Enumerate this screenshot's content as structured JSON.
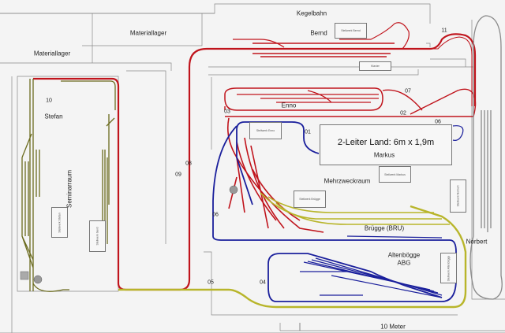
{
  "rooms": {
    "kegelbahn": "Kegelbahn",
    "materiallager_1": "Materiallager",
    "materiallager_2": "Materiallager",
    "seminarraum": "Seminarraum",
    "mehrzweckraum": "Mehrzweckraum"
  },
  "stations": {
    "bernd": "Bernd",
    "enno": "Enno",
    "stefan": "Stefan",
    "markus": "Markus",
    "bruegge": "Brügge (BRU)",
    "altenboegge": "Altenbögge",
    "altenboegge_code": "ABG",
    "norbert": "Norbert"
  },
  "boxes": {
    "stellwerk_bernd": "Stellwerk Bernd",
    "klavier": "Klavier",
    "stellwerk_enno": "Stellwerk Enno",
    "stellwerk_markus": "Stellwerk Markus",
    "stellwerk_bruegge": "Stellwerk Brügge",
    "stellwerk_norbert": "Stellwerk Norbert",
    "stellwerk_altenboegge": "Stellwerk Altenbögge",
    "stellwerk_stefan": "Stellwerk Stefan",
    "stellwerk_gerd": "Stellwerk Gerd",
    "two_rail_land": "2-Leiter Land: 6m x 1,9m"
  },
  "segments": [
    "01",
    "02",
    "03",
    "04",
    "05",
    "06",
    "06",
    "07",
    "08",
    "09",
    "10",
    "11"
  ],
  "scale_label": "10 Meter",
  "colors": {
    "red": "#c0141c",
    "blue": "#1a1f9c",
    "yellow": "#b8b52a",
    "olive": "#6b6b1e",
    "grey": "#8a8a8a",
    "wall": "#888888"
  }
}
